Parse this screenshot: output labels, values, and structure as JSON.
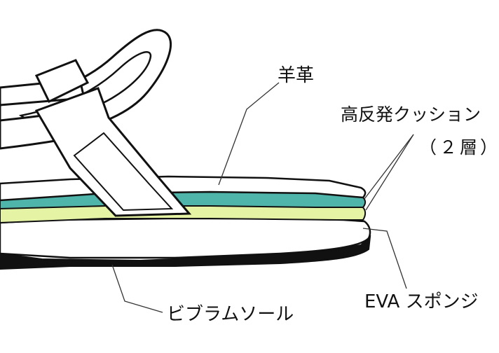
{
  "labels": {
    "leather": "羊革",
    "cushion": "高反発クッション",
    "cushion_layers": "（２層）",
    "eva": "EVA スポンジ",
    "vibram": "ビブラムソール"
  },
  "colors": {
    "outline": "#111111",
    "teal_layer": "#4fb5aa",
    "yellow_layer": "#e4f3a4",
    "leader_line": "#333333",
    "background": "#ffffff"
  }
}
